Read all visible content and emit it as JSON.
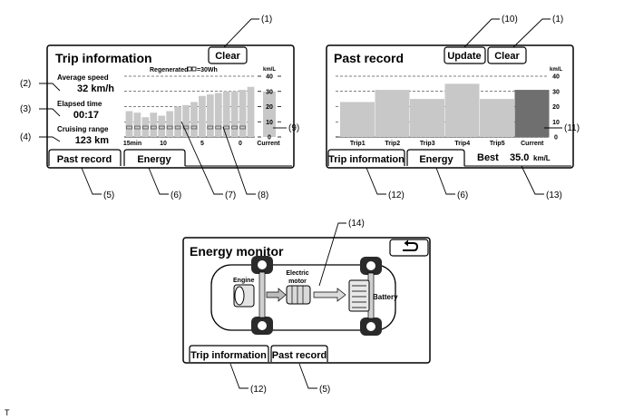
{
  "callouts": {
    "c1": "(1)",
    "c2": "(2)",
    "c3": "(3)",
    "c4": "(4)",
    "c5": "(5)",
    "c6": "(6)",
    "c7": "(7)",
    "c8": "(8)",
    "c9": "(9)",
    "c10": "(10)",
    "c11": "(11)",
    "c12": "(12)",
    "c13": "(13)",
    "c14": "(14)"
  },
  "trip": {
    "title": "Trip information",
    "clear": "Clear",
    "avg_speed_label": "Average speed",
    "avg_speed_value": "32 km/h",
    "elapsed_label": "Elapsed time",
    "elapsed_value": "00:17",
    "range_label": "Cruising range",
    "range_value": "123 km",
    "regen_label": "Regenerated",
    "regen_unit": "=30Wh",
    "unit": "km/L",
    "y_ticks": [
      "40",
      "30",
      "20",
      "10",
      "0"
    ],
    "x_ticks": [
      "15min",
      "10",
      "5",
      "0"
    ],
    "current_label": "Current",
    "tab_past": "Past record",
    "tab_energy": "Energy",
    "bars": [
      17,
      16,
      13,
      16,
      14,
      17,
      20,
      21,
      23,
      27,
      28,
      29,
      30,
      30,
      31,
      33
    ],
    "current": 30
  },
  "past": {
    "title": "Past record",
    "update": "Update",
    "clear": "Clear",
    "unit": "km/L",
    "y_ticks": [
      "40",
      "30",
      "20",
      "10",
      "0"
    ],
    "categories": [
      "Trip1",
      "Trip2",
      "Trip3",
      "Trip4",
      "Trip5",
      "Current"
    ],
    "values": [
      23,
      31,
      25,
      35,
      25,
      31
    ],
    "tab_trip": "Trip information",
    "tab_energy": "Energy",
    "best_label": "Best",
    "best_value": "35.0",
    "best_unit": "km/L"
  },
  "energy": {
    "title": "Energy monitor",
    "engine": "Engine",
    "motor_line1": "Electric",
    "motor_line2": "motor",
    "battery": "Battery",
    "tab_trip": "Trip information",
    "tab_past": "Past record"
  },
  "footer": "T",
  "colors": {
    "bar": "#c8c8c8",
    "bar_current": "#6f6f6f",
    "frame": "#000000"
  }
}
